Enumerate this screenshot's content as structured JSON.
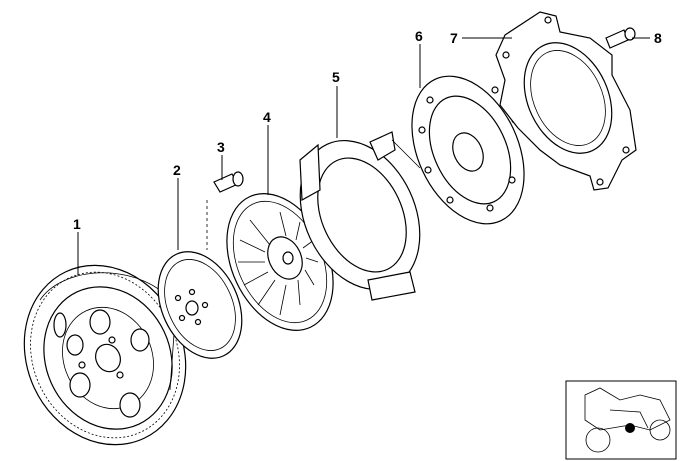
{
  "diagram": {
    "callouts": [
      {
        "id": "1",
        "label": "1"
      },
      {
        "id": "2",
        "label": "2"
      },
      {
        "id": "3",
        "label": "3"
      },
      {
        "id": "4",
        "label": "4"
      },
      {
        "id": "5",
        "label": "5"
      },
      {
        "id": "6",
        "label": "6"
      },
      {
        "id": "7",
        "label": "7"
      },
      {
        "id": "8",
        "label": "8"
      }
    ],
    "parts": [
      {
        "id": "1",
        "icon": "flywheel-icon"
      },
      {
        "id": "2",
        "icon": "intermediate-plate-icon"
      },
      {
        "id": "3",
        "icon": "bolt-icon"
      },
      {
        "id": "4",
        "icon": "diaphragm-spring-icon"
      },
      {
        "id": "5",
        "icon": "pressure-ring-icon"
      },
      {
        "id": "6",
        "icon": "clutch-disc-icon"
      },
      {
        "id": "7",
        "icon": "housing-cover-icon"
      },
      {
        "id": "8",
        "icon": "screw-icon"
      }
    ],
    "thumbnail": {
      "icon": "motorcycle-locator-icon",
      "marker_color": "#000000"
    }
  }
}
